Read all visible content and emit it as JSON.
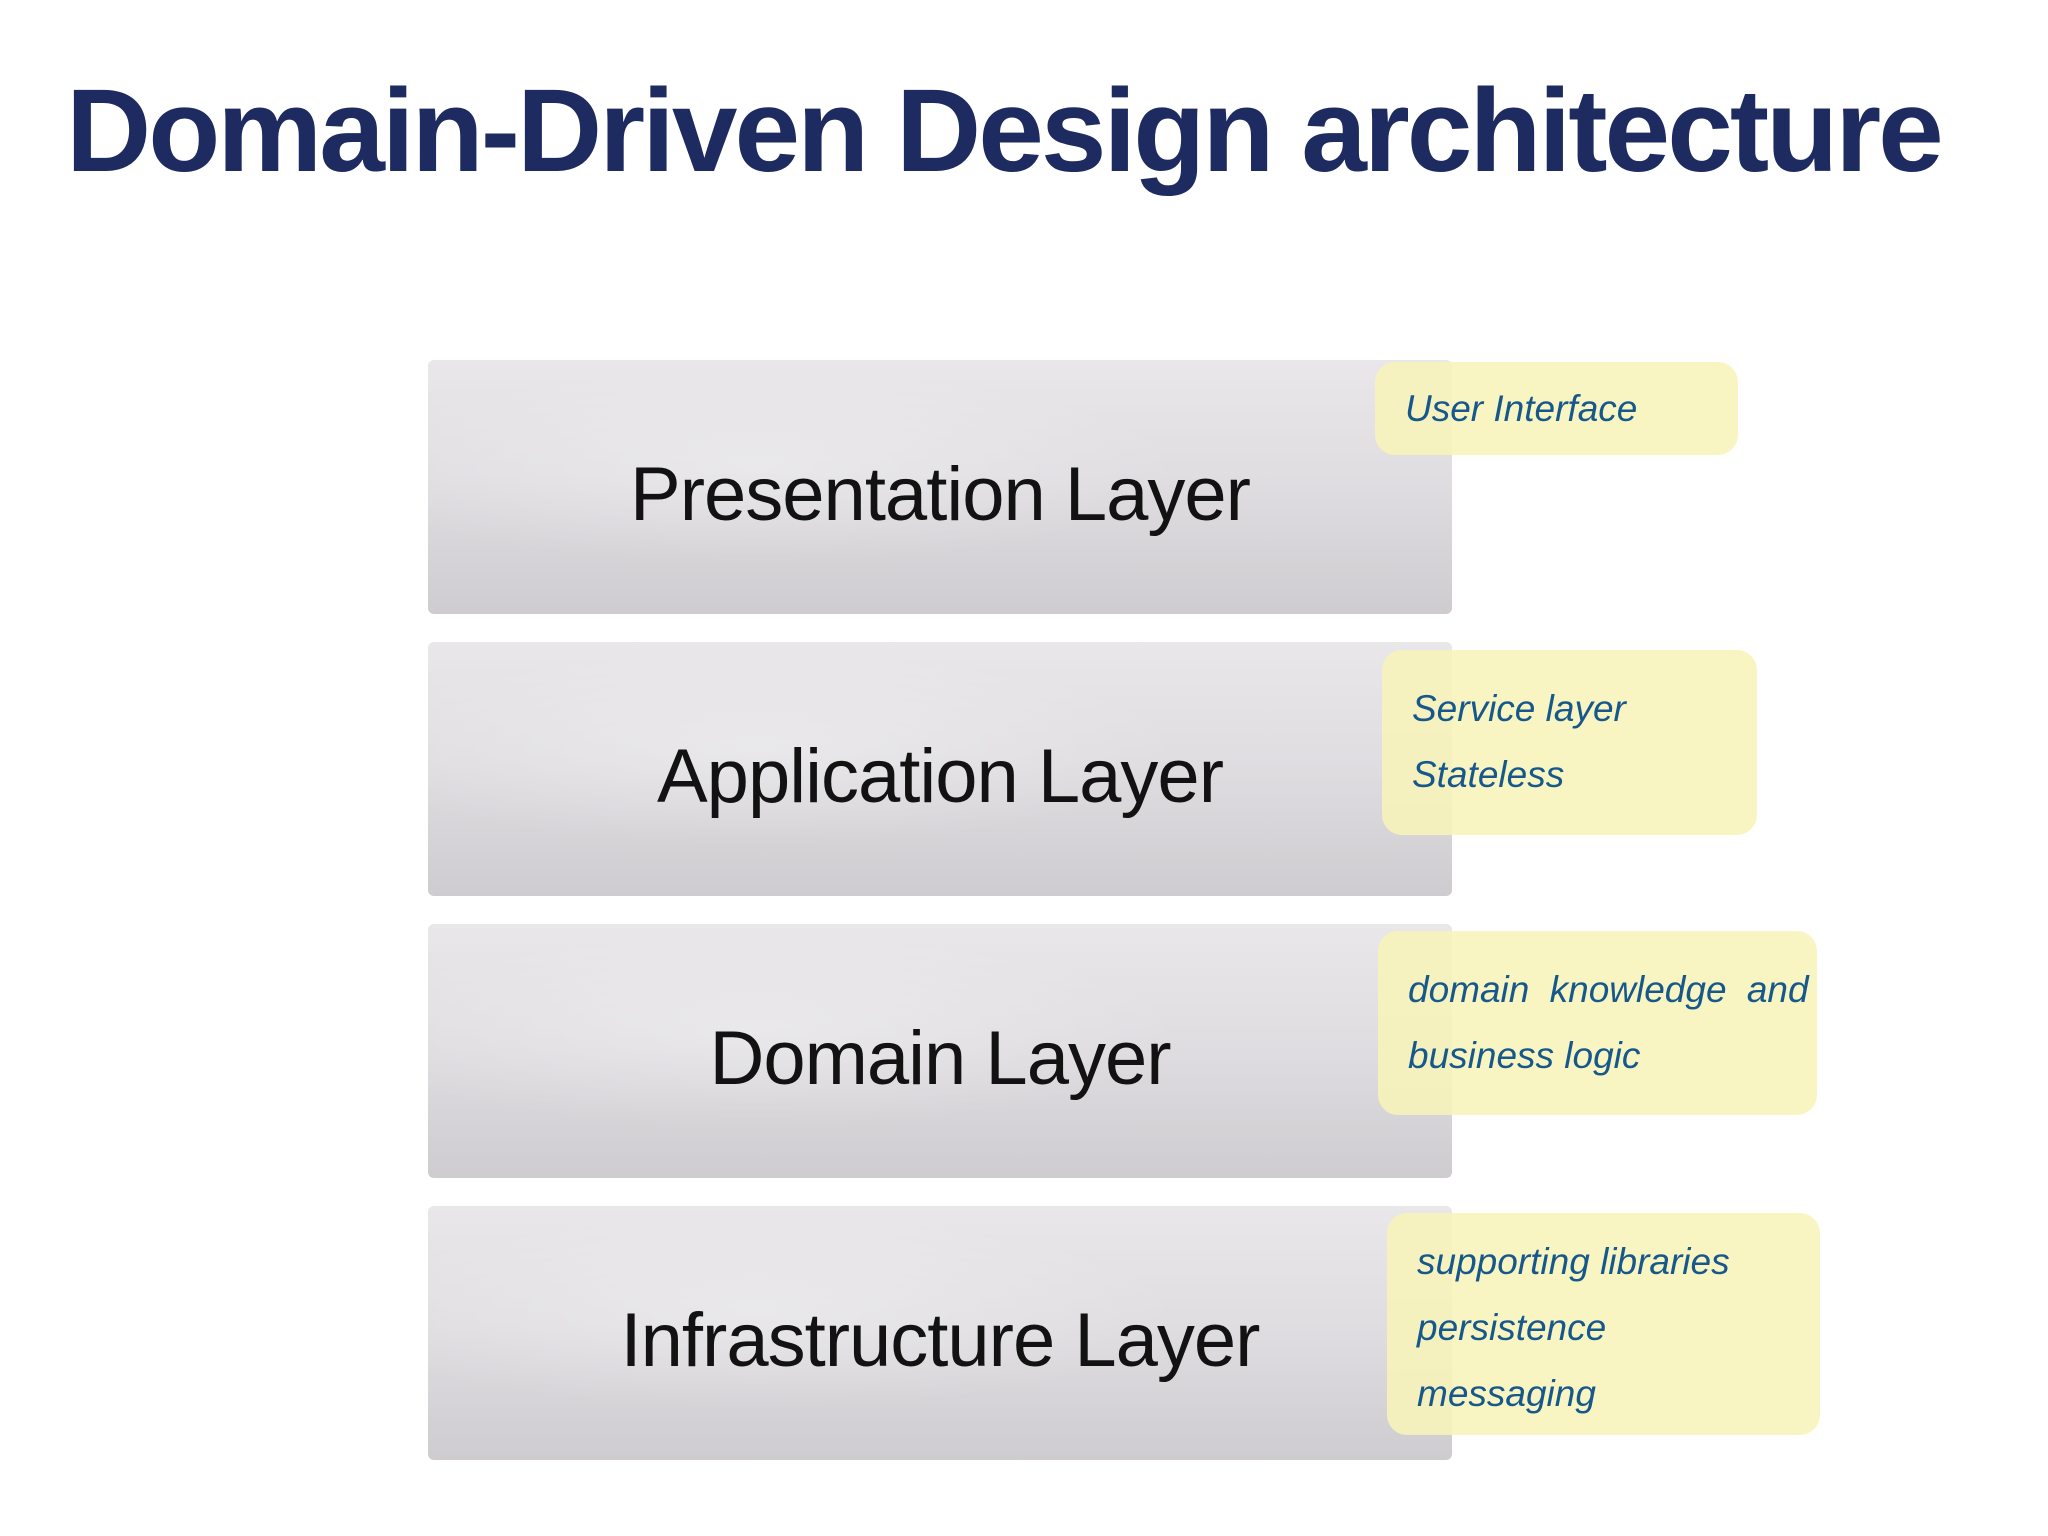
{
  "slide": {
    "title": "Domain-Driven Design architecture"
  },
  "colors": {
    "title_text": "#1e2b60",
    "box_gradient_top": "#e9e7e9",
    "box_gradient_bottom": "#cfccd0",
    "box_label_text": "#121212",
    "note_background": "#f7f4b9",
    "note_text": "#17588c",
    "page_background": "#ffffff"
  },
  "layers": [
    {
      "label": "Presentation Layer",
      "note": {
        "lines": [
          "User Interface"
        ]
      }
    },
    {
      "label": "Application Layer",
      "note": {
        "lines": [
          "Service layer",
          "Stateless"
        ]
      }
    },
    {
      "label": "Domain Layer",
      "note": {
        "lines": [
          "domain knowledge and",
          "business logic"
        ]
      }
    },
    {
      "label": "Infrastructure Layer",
      "note": {
        "lines": [
          "supporting libraries",
          "persistence",
          "messaging"
        ]
      }
    }
  ]
}
